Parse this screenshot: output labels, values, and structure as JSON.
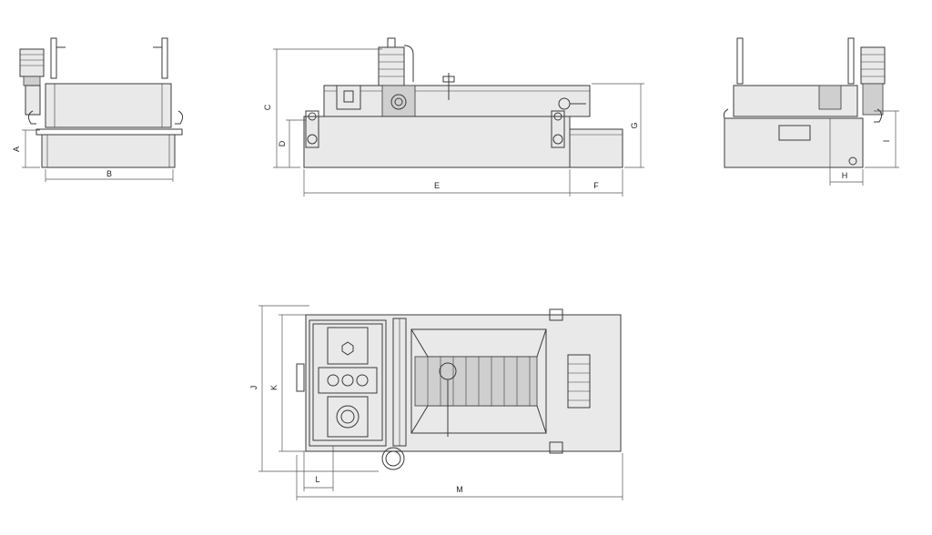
{
  "dimensions": {
    "A": "A",
    "B": "B",
    "C": "C",
    "D": "D",
    "E": "E",
    "F": "F",
    "G": "G",
    "H": "H",
    "I": "I",
    "J": "J",
    "K": "K",
    "L": "L",
    "M": "M"
  }
}
